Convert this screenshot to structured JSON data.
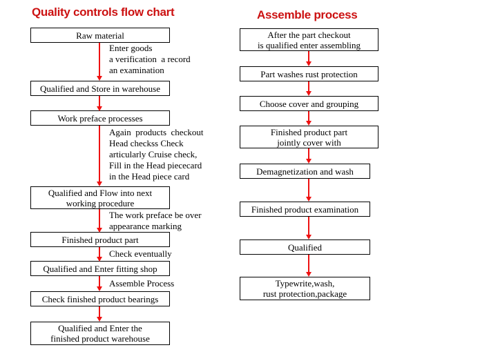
{
  "left_chart": {
    "title": "Quality controls flow chart",
    "boxes": [
      "Raw material",
      "Qualified and Store in warehouse",
      "Work preface processes",
      "Qualified and Flow into next\nworking procedure",
      "Finished product part",
      "Qualified and Enter fitting shop",
      "Check finished product bearings",
      "Qualified and Enter the\nfinished product warehouse"
    ],
    "annotations": [
      "Enter goods\na verification  a record\nan examination",
      "Again  products  checkout\nHead checkss Check\narticularly Cruise check,\nFill in the Head piececard\nin the Head piece card",
      "The work preface be over\nappearance marking",
      "Check eventually",
      "Assemble Process"
    ]
  },
  "right_chart": {
    "title": "Assemble process",
    "boxes": [
      "After the part checkout\nis qualified enter assembling",
      "Part washes rust protection",
      "Choose cover and grouping",
      "Finished product part\njointly cover with",
      "Demagnetization and wash",
      "Finished product examination",
      "Qualified",
      "Typewrite,wash,\nrust protection,package"
    ]
  },
  "colors": {
    "title_red": "#cc1111",
    "arrow_red": "#ee1111",
    "box_border": "#000000",
    "text": "#000000",
    "background": "#ffffff"
  }
}
